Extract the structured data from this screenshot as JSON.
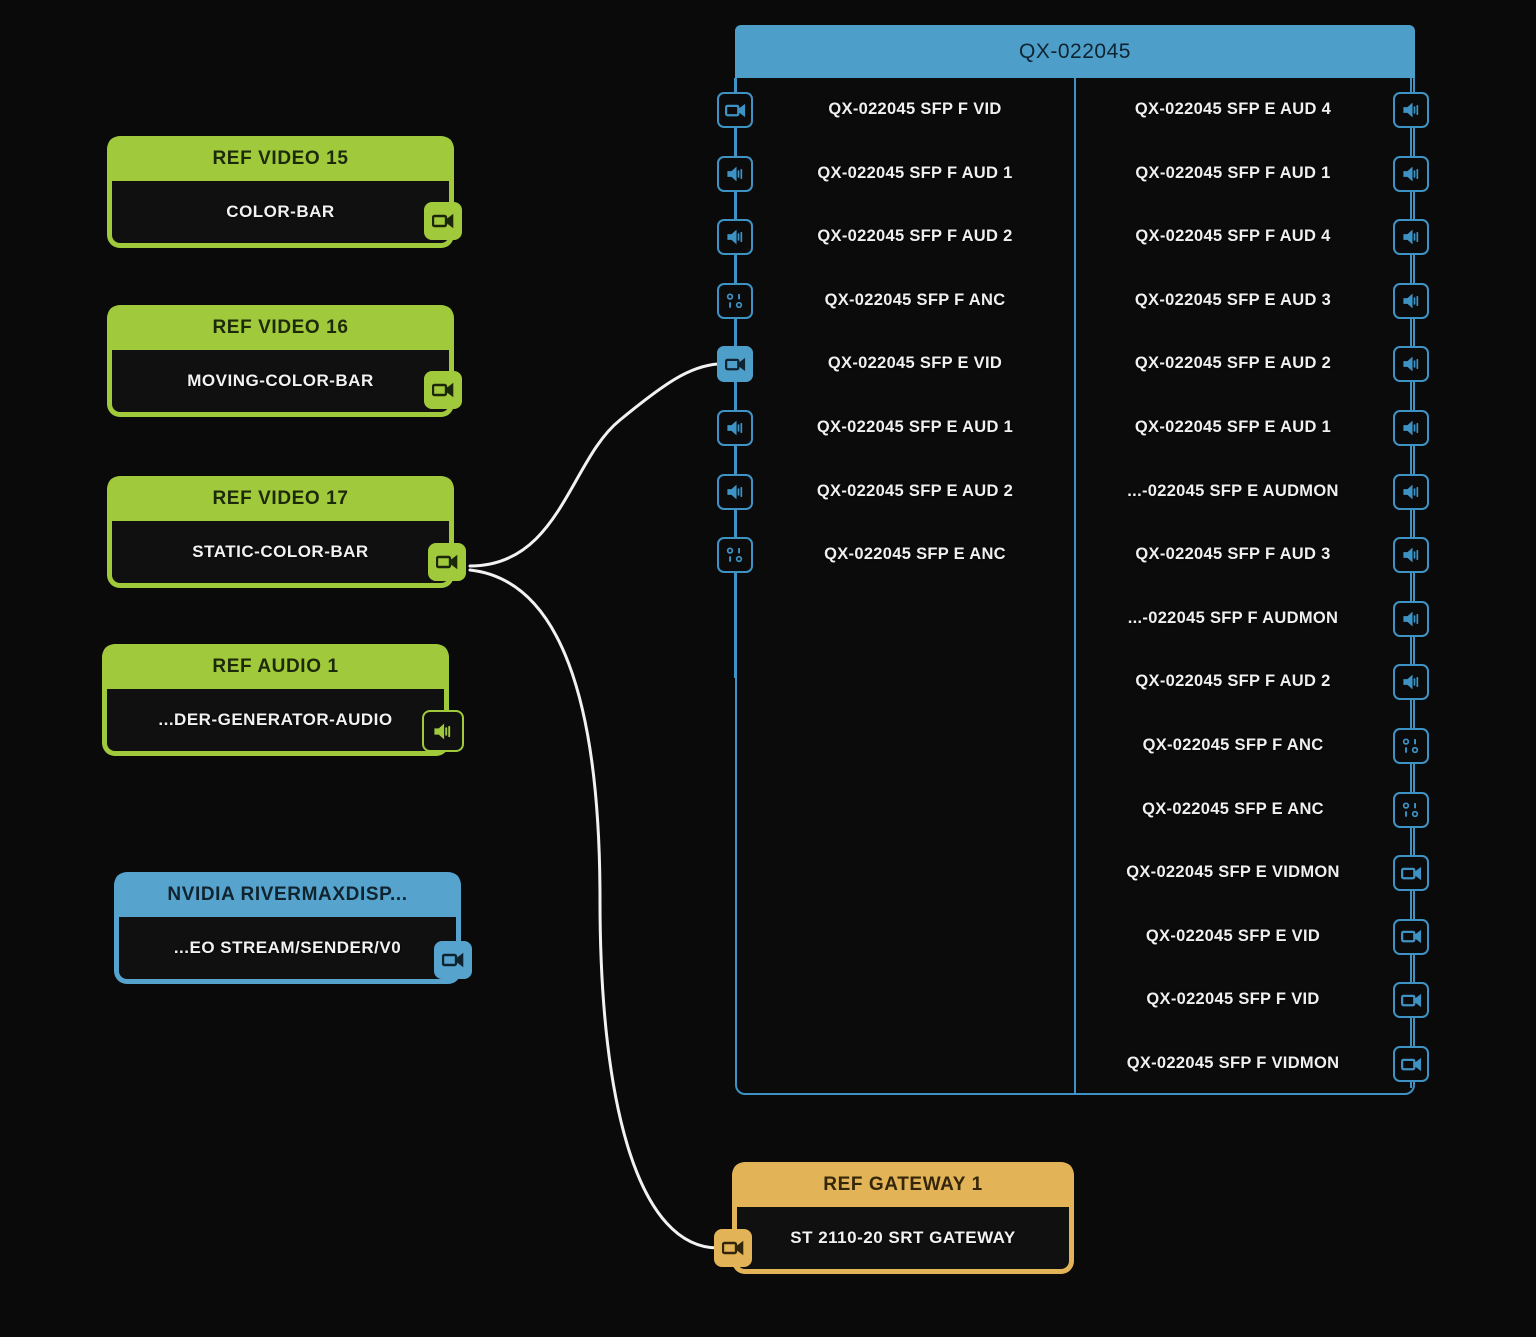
{
  "canvas": {
    "background": "#0a0a0a",
    "edge_color": "#f2f2f2"
  },
  "colors": {
    "green_node": "#a0c93c",
    "blue_node": "#56a4cd",
    "gold_node": "#e3b457",
    "panel_header": "#4d9fc9",
    "panel_border": "#3e93c4",
    "label_text": "#f0f0f0"
  },
  "source_nodes": [
    {
      "title": "REF VIDEO 15",
      "subtitle": "COLOR-BAR",
      "color": "green",
      "port_icon": "video-camera-icon",
      "port_state": "filled"
    },
    {
      "title": "REF VIDEO 16",
      "subtitle": "MOVING-COLOR-BAR",
      "color": "green",
      "port_icon": "video-camera-icon",
      "port_state": "filled"
    },
    {
      "title": "REF VIDEO 17",
      "subtitle": "STATIC-COLOR-BAR",
      "color": "green",
      "port_icon": "video-camera-icon",
      "port_state": "filled"
    },
    {
      "title": "REF AUDIO 1",
      "subtitle": "...DER-GENERATOR-AUDIO",
      "color": "green",
      "port_icon": "speaker-icon",
      "port_state": "outline"
    },
    {
      "title": "NVIDIA RIVERMAXDISP...",
      "subtitle": "...EO STREAM/SENDER/V0",
      "color": "blue",
      "port_icon": "video-camera-icon",
      "port_state": "filled"
    },
    {
      "title": "REF GATEWAY 1",
      "subtitle": "ST 2110-20 SRT GATEWAY",
      "color": "gold",
      "port_icon": "video-camera-icon",
      "port_state": "filled"
    }
  ],
  "device_panel": {
    "title": "QX-022045",
    "left_ports": [
      {
        "label": "QX-022045 SFP F VID",
        "icon": "video-camera-icon",
        "active": false
      },
      {
        "label": "QX-022045 SFP F AUD 1",
        "icon": "speaker-icon",
        "active": false
      },
      {
        "label": "QX-022045 SFP F AUD 2",
        "icon": "speaker-icon",
        "active": false
      },
      {
        "label": "QX-022045 SFP F ANC",
        "icon": "data-bits-icon",
        "active": false
      },
      {
        "label": "QX-022045 SFP E VID",
        "icon": "video-camera-icon",
        "active": true
      },
      {
        "label": "QX-022045 SFP E AUD 1",
        "icon": "speaker-icon",
        "active": false
      },
      {
        "label": "QX-022045 SFP E AUD 2",
        "icon": "speaker-icon",
        "active": false
      },
      {
        "label": "QX-022045 SFP E ANC",
        "icon": "data-bits-icon",
        "active": false
      }
    ],
    "right_ports": [
      {
        "label": "QX-022045 SFP E AUD 4",
        "icon": "speaker-icon",
        "active": false
      },
      {
        "label": "QX-022045 SFP F AUD 1",
        "icon": "speaker-icon",
        "active": false
      },
      {
        "label": "QX-022045 SFP F AUD 4",
        "icon": "speaker-icon",
        "active": false
      },
      {
        "label": "QX-022045 SFP E AUD 3",
        "icon": "speaker-icon",
        "active": false
      },
      {
        "label": "QX-022045 SFP E AUD 2",
        "icon": "speaker-icon",
        "active": false
      },
      {
        "label": "QX-022045 SFP E AUD 1",
        "icon": "speaker-icon",
        "active": false
      },
      {
        "label": "...-022045 SFP E AUDMON",
        "icon": "speaker-icon",
        "active": false
      },
      {
        "label": "QX-022045 SFP F AUD 3",
        "icon": "speaker-icon",
        "active": false
      },
      {
        "label": "...-022045 SFP F AUDMON",
        "icon": "speaker-icon",
        "active": false
      },
      {
        "label": "QX-022045 SFP F AUD 2",
        "icon": "speaker-icon",
        "active": false
      },
      {
        "label": "QX-022045 SFP F ANC",
        "icon": "data-bits-icon",
        "active": false
      },
      {
        "label": "QX-022045 SFP E ANC",
        "icon": "data-bits-icon",
        "active": false
      },
      {
        "label": "QX-022045 SFP E VIDMON",
        "icon": "video-camera-icon",
        "active": false
      },
      {
        "label": "QX-022045 SFP E VID",
        "icon": "video-camera-icon",
        "active": false
      },
      {
        "label": "QX-022045 SFP F VID",
        "icon": "video-camera-icon",
        "active": false
      },
      {
        "label": "QX-022045 SFP F VIDMON",
        "icon": "video-camera-icon",
        "active": false
      }
    ]
  },
  "connections": [
    {
      "from": "REF VIDEO 17 / STATIC-COLOR-BAR",
      "to": "QX-022045 SFP E VID"
    },
    {
      "from": "REF VIDEO 17 / STATIC-COLOR-BAR",
      "to": "REF GATEWAY 1 / ST 2110-20 SRT GATEWAY"
    }
  ]
}
